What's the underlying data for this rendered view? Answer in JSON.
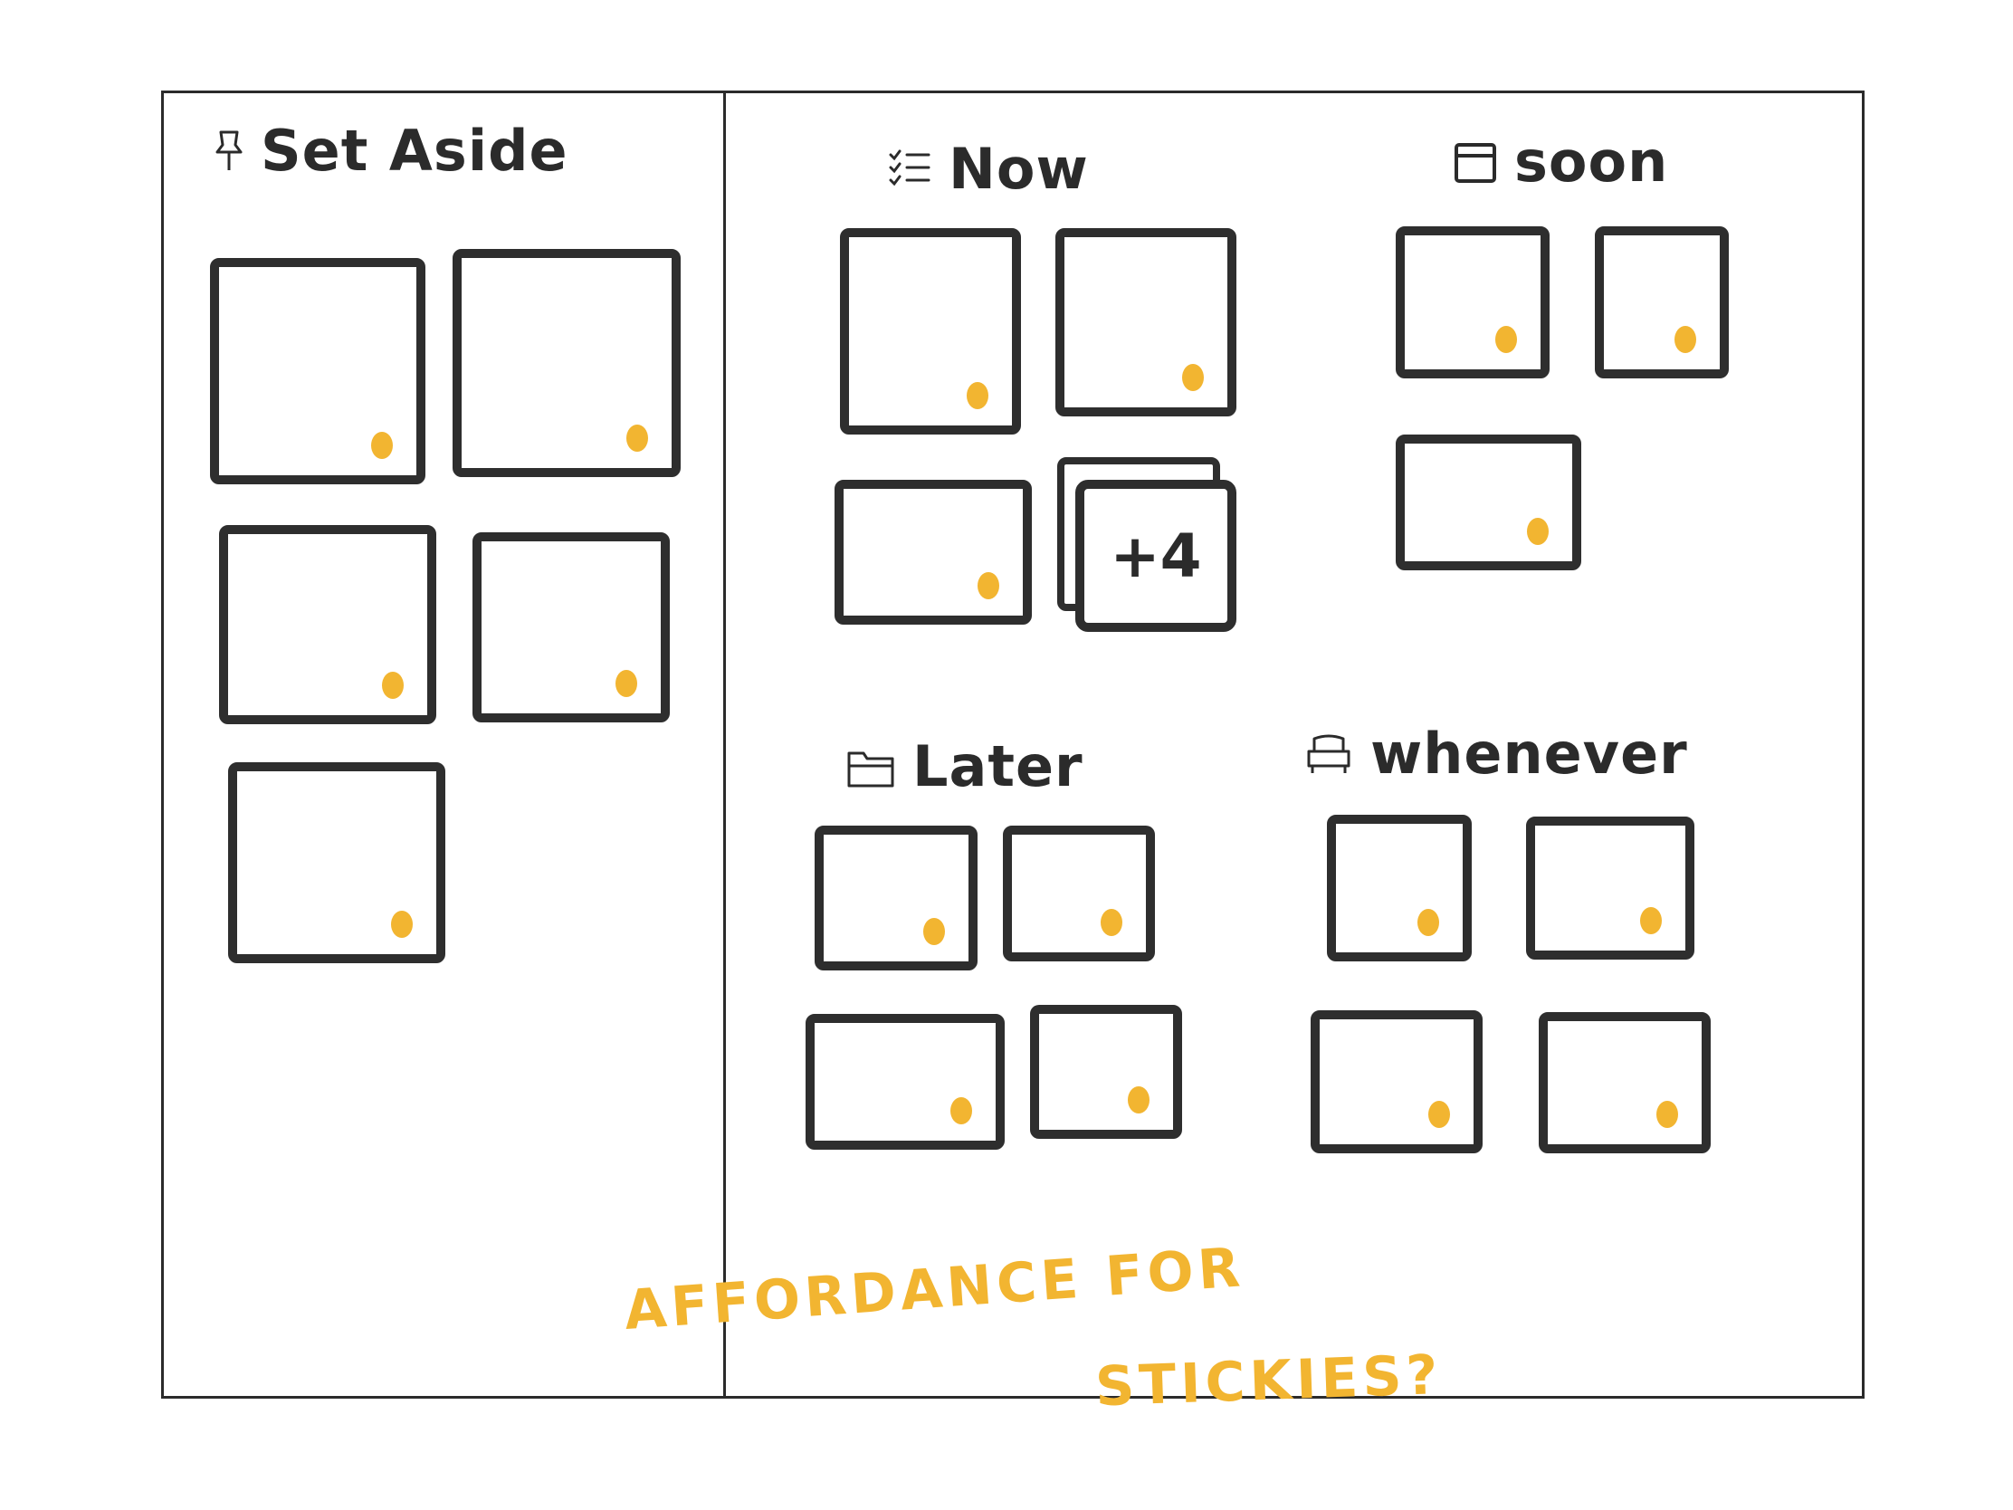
{
  "sections": {
    "set_aside": {
      "label": "Set Aside",
      "icon": "pushpin-icon"
    },
    "now": {
      "label": "Now",
      "icon": "checklist-icon",
      "overflow": "+4"
    },
    "soon": {
      "label": "soon",
      "icon": "inbox-tray-icon"
    },
    "later": {
      "label": "Later",
      "icon": "folder-icon"
    },
    "whenever": {
      "label": "whenever",
      "icon": "armchair-icon"
    }
  },
  "annotation": {
    "line1": "AFFORDANCE FOR",
    "line2": "STICKIES?"
  },
  "colors": {
    "ink": "#2e2e2e",
    "accent": "#f2b531",
    "background": "#ffffff"
  }
}
